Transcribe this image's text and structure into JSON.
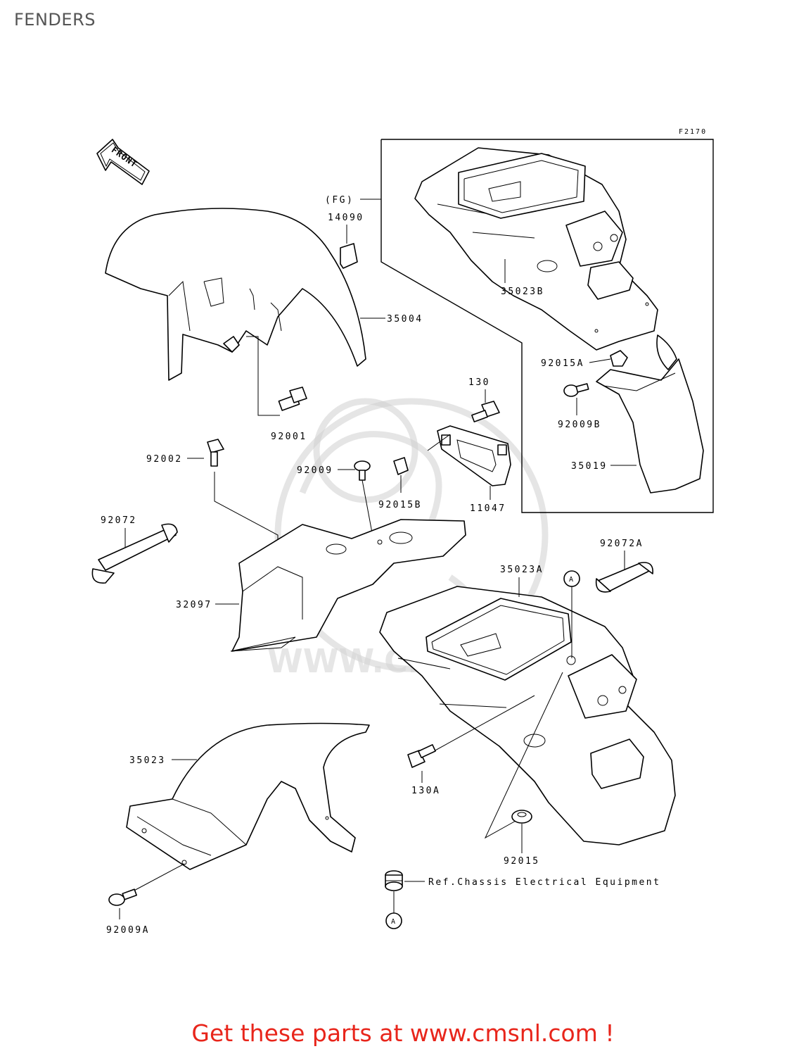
{
  "header": {
    "title": "FENDERS"
  },
  "diagram": {
    "figure_code": "F2170",
    "front_arrow_label": "FRONT",
    "variant_tag": "(FG)",
    "callout_A": "A",
    "parts": {
      "p14090": "14090",
      "p35023B": "35023B",
      "p35004": "35004",
      "p92015A": "92015A",
      "p92009B": "92009B",
      "p35019": "35019",
      "p92001": "92001",
      "p130": "130",
      "p92002": "92002",
      "p92009": "92009",
      "p92015B": "92015B",
      "p11047": "11047",
      "p92072": "92072",
      "p92072A": "92072A",
      "p35023A": "35023A",
      "p32097": "32097",
      "p35023": "35023",
      "p130A": "130A",
      "p92015": "92015",
      "p92009A": "92009A"
    },
    "reference_note": "Ref.Chassis Electrical Equipment"
  },
  "watermark": {
    "text": "WWW.CMSNL.COM"
  },
  "footer": {
    "promo_text": "Get these parts at www.cmsnl.com !"
  }
}
